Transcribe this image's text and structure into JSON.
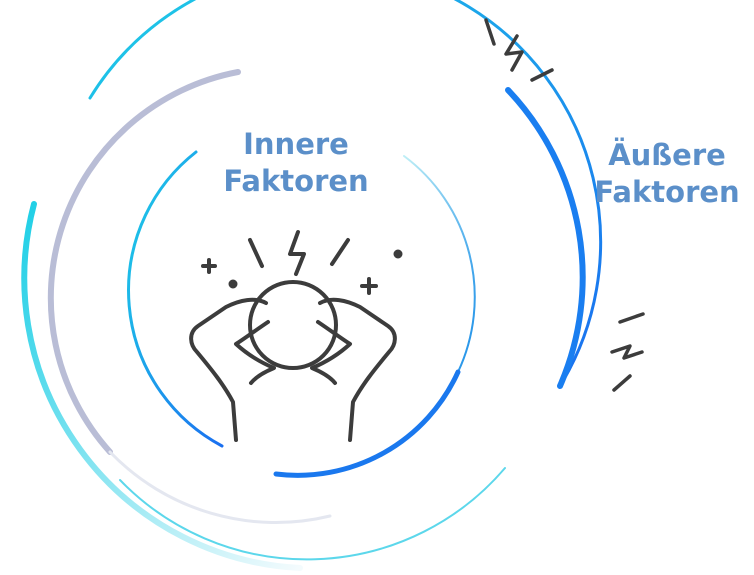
{
  "labels": {
    "inner": {
      "line1": "Innere",
      "line2": "Faktoren"
    },
    "outer": {
      "line1": "Äußere",
      "line2": "Faktoren"
    }
  },
  "colors": {
    "label_text": "#5b8fc9",
    "cyan": "#1ecfe6",
    "blue": "#1a6ff0",
    "gray_ring": "#b9bdd6",
    "icon_stroke": "#3c3c3c",
    "light_ring": "#e4e7f0"
  },
  "icons": {
    "center": "stressed-person-icon",
    "stress_marks": "stress-lightning-icon"
  }
}
